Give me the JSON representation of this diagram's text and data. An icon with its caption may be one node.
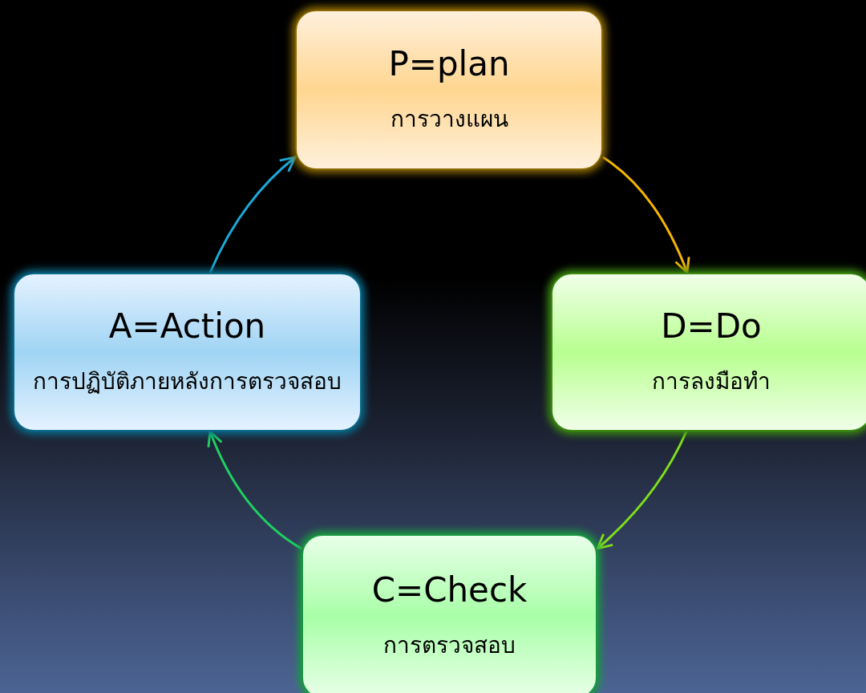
{
  "diagram": {
    "nodes": [
      {
        "text": [
          "P=plan",
          "การวางแผน"
        ]
      },
      {
        "text": [
          "D=Do",
          "การลงมือทำ"
        ]
      },
      {
        "text": [
          "C=Check",
          "การตรวจสอบ"
        ]
      },
      {
        "text": [
          "A=Action",
          "การปฏิบัติภายหลังการตรวจสอบ"
        ]
      }
    ],
    "edges": [
      {
        "from": 0,
        "to": 1,
        "arrow": "to",
        "color": "#f5b400"
      },
      {
        "from": 1,
        "to": 2,
        "arrow": "to",
        "color": "#7ee01a"
      },
      {
        "from": 2,
        "to": 3,
        "arrow": "to",
        "color": "#1ed060"
      },
      {
        "from": 3,
        "to": 0,
        "arrow": "to",
        "color": "#1aa8d8"
      }
    ]
  }
}
